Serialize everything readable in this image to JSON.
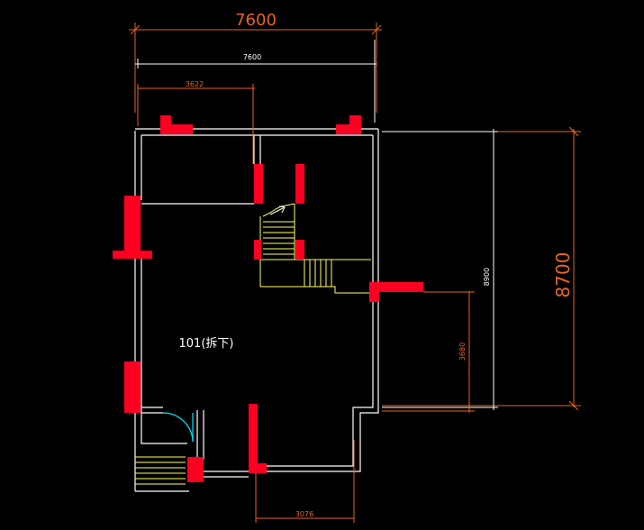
{
  "drawing": {
    "room_label": "101(拆下)",
    "colors": {
      "background": "#000000",
      "wall": "#ffffff",
      "column": "#ff0022",
      "dimension_orange": "#e8651f",
      "dimension_white": "#ffffff",
      "stair": "#ffff66",
      "door_arc": "#00e5ff"
    },
    "dimensions": {
      "top_overall_large": "7600",
      "top_overall_small": "7600",
      "top_partial": "3622",
      "right_overall_large": "8700",
      "right_overall_small": "8900",
      "right_partial": "3680",
      "bottom_partial": "3076"
    }
  }
}
